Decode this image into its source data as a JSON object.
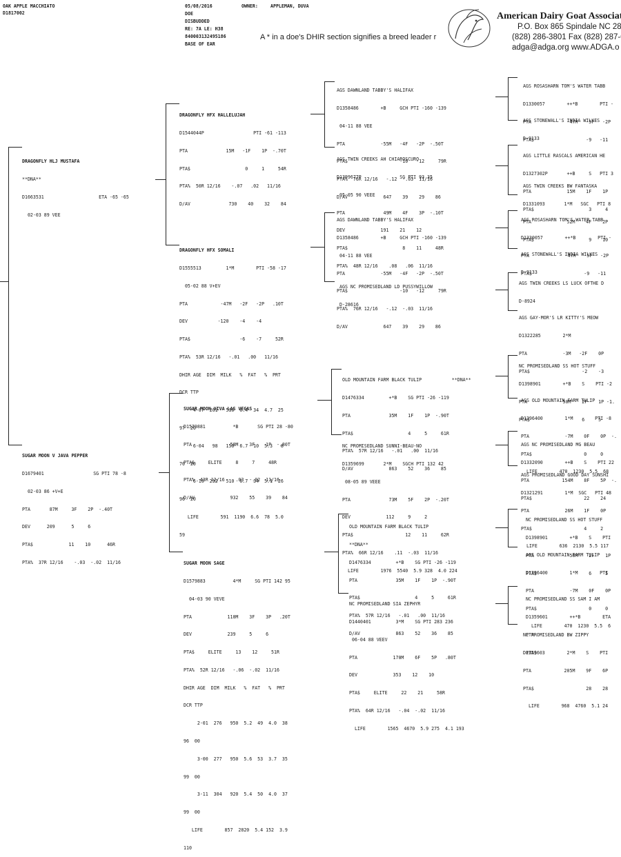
{
  "header": {
    "animal_name": "OAK APPLE MACCHIATO",
    "animal_id": "D1817002",
    "date": "05/08/2016",
    "owner_label": "OWNER:",
    "owner": "APPLEMAN, DUVA",
    "sex": "DOE",
    "disbudded": "DISBUDDED",
    "re_le": "RE: 7A LE: H38",
    "microchip": "840003132495186",
    "chip_loc": "BASE OF EAR",
    "note": "A * in a doe's  DHIR section  signifies a breed leader r"
  },
  "association": {
    "name": "American Dairy Goat Association",
    "line1": "P.O. Box 865    Spindale NC 281",
    "line2": "(828) 286-3801   Fax (828) 287-0",
    "line3": "adga@adga.org   www.ADGA.o"
  },
  "gen1": {
    "sire": {
      "name": "DRAGONFLY HLJ MUSTAFA",
      "lines": [
        "**DNA**",
        "D1663531                    ETA -65 -65",
        "  02-03 89 VEE"
      ]
    },
    "dam": {
      "name": "SUGAR MOON V JAVA PEPPER",
      "lines": [
        "D1679401                  SG PTI 78 -8",
        "  02-03 86 +V+E",
        "PTA       87M     3F    2P  -.40T",
        "DEV      209      5     6",
        "PTA$             11    10      46R",
        "PTA%  37R 12/16    -.03  -.02  11/16"
      ]
    }
  },
  "gen2": {
    "ss": {
      "name": "DRAGONFLY HFX HALLELUJAH",
      "lines": [
        "D1544044P                  PTI -61 -113",
        "PTA              15M   -1F    1P  -.70T",
        "PTA$                    0     1     54R",
        "PTA%  50R 12/16    -.07   .02   11/16",
        "D/AV              730    40    32    84"
      ]
    },
    "sd": {
      "name": "DRAGONFLY HFX SOMALI",
      "lines": [
        "D1555513         1*M        PTI -58 -17",
        "  05-02 88 V+EV",
        "PTA            -47M   -2F   -2P   .10T",
        "DEV           -120    -4    -4",
        "PTA$                  -6    -7     52R",
        "PTA%  53R 12/16   -.01   .00   11/16",
        "DHIR AGE  DIM  MILK   %  FAT   %  PRT",
        "DCR TTP",
        "     4-07  261   530  6.4  34  4.7  25",
        "97  20",
        "     6-04   98   150  6.7  10  5.3   8",
        "70  20",
        "     6-10  232   510  6.7  34  5.1  26",
        "96  20",
        "   LIFE        591  1190  6.6  78  5.0",
        "59"
      ]
    },
    "ds": {
      "name": "SUGAR MOON VIVA LAS VEGAS",
      "lines": [
        "D1579881          *B       SG PTI 28 -80",
        "PTA              58M    3F    1P  -.80T",
        "PTA$     ELITE     8     7     48R",
        "PTA%  43R 12/16    .03  -.02  11/16",
        "D/AV             932    55    39    84"
      ]
    },
    "dd": {
      "name": "SUGAR MOON SAGE",
      "lines": [
        "D1579883          4*M     SG PTI 142 95",
        "  04-03 90 VEVE",
        "PTA             110M    3F    3P   .20T",
        "DEV             239     5     6",
        "PTA$     ELITE     13    12     51R",
        "PTA%  52R 12/16   -.06  -.02  11/16",
        "DHIR AGE  DIM  MILK   %  FAT   %  PRT",
        "DCR TTP",
        "     2-01  276   950  5.2  49  4.0  38",
        "96  00",
        "     3-00  277   950  5.6  53  3.7  35",
        "99  00",
        "     3-11  304   920  5.4  50  4.0  37",
        "99  00",
        "   LIFE        857  2820  5.4 152  3.9",
        "110"
      ]
    }
  },
  "gen3": [
    {
      "name": "AGS DAWNLAND TABBY'S HALIFAX",
      "lines": [
        "D1358486        +B     GCH PTI -160 -139",
        " 04-11 88 VEE",
        "PTA             -55M   -4F   -2P  -.50T",
        "PTA$                   -10   -12     79R",
        "PTA%  76R 12/16   -.12  -.03  11/16",
        "D/AV             647    39    29    86"
      ]
    },
    {
      "name": "AGS TWIN CREEKS AH CHIAROSCURO",
      "lines": [
        "D1399677P              SG PTI 93 35",
        " 05-05 90 VEEE",
        "PTA              49M    4F    3P  -.10T",
        "DEV             191    21    12",
        "PTA$                    8    11     48R",
        "PTA%  48R 12/16    .08   .06  11/16"
      ]
    },
    {
      "name": "AGS DAWNLAND TABBY'S HALIFAX",
      "lines": [
        "D1358486        +B     GCH PTI -160 -139",
        " 04-11 88 VEE",
        "PTA             -55M   -4F   -2P  -.50T",
        "PTA$                   -10   -12     79R",
        "PTA%  76R 12/16   -.12  -.03  11/16",
        "D/AV             647    39    29    86"
      ]
    },
    {
      "name": "AGS NC PROMISEDLAND LD PUSSYWILLOW",
      "lines": [
        "D-28616"
      ]
    },
    {
      "name": "OLD MOUNTAIN FARM BLACK TULIP           **DNA**",
      "lines": [
        "D1476334         +*B    SG PTI -26 -119",
        "PTA              35M    1F    1P  -.90T",
        "PTA$                    4     5     61R",
        "PTA%  57R 12/16   -.01   .00  11/16",
        "D/AV             863    52    36    85"
      ]
    },
    {
      "name": "NC PROMISEDLAND SUNNI-BEAU-NO",
      "lines": [
        "D1359699       2*M    SGCH PTI 132 42",
        " 08-05 89 VEEE",
        "PTA              73M    5F    2P  -.20T",
        "DEV             112     9     2",
        "PTA$                   12    11     62R",
        "PTA%  66R 12/16    .11  -.03  11/16",
        "  LIFE        1976  5540  5.9 328  4.0 224"
      ]
    },
    {
      "name": "OLD MOUNTAIN FARM BLACK TULIP",
      "lines": [
        "**DNA**",
        "D1476334         +*B    SG PTI -26 -119",
        "PTA              35M    1F    1P  -.90T",
        "PTA$                    4     5     61R",
        "PTA%  57R 12/16   -.01   .00  11/16",
        "D/AV             863    52    36    85"
      ]
    },
    {
      "name": "NC PROMISEDLAND SIA ZEPHYR",
      "lines": [
        "D1440401         3*M    SG PTI 283 236",
        " 06-04 88 VEEV",
        "PTA             170M    6F    5P   .80T",
        "DEV             353    12    10",
        "PTA$     ELITE     22    21     58R",
        "PTA%  64R 12/16   -.04  -.02  11/16",
        "  LIFE        1565  4670  5.9 275  4.1 193"
      ]
    }
  ],
  "gen4": [
    {
      "name": "AGS ROSASHARN TOM'S WATER TABB",
      "lines": [
        "D1330057        ++*B        PTI -",
        "PTA             -47M   -5F   -2P",
        "PTA$                   -9   -11"
      ]
    },
    {
      "name": "AGS STONEWALL'S INDIA WILKES",
      "lines": [
        "D-9133"
      ]
    },
    {
      "name": "AGS LITTLE RASCALS AMERICAN HE",
      "lines": [
        "D1327302P       ++B     S   PTI 3",
        "PTA             15M    1F    1P",
        "PTA$                    3     4"
      ]
    },
    {
      "name": "AGS TWIN CREEKS BW FANTASKA",
      "lines": [
        "D1331093       1*M   SGC   PTI 8",
        "PTA             52M    4F    2P",
        "PTA$                    9    10"
      ]
    },
    {
      "name": "AGS ROSASHARN TOM'S WATER TABB",
      "lines": [
        "D1330057        ++*B        PTI -",
        "PTA             -47M   -5F   -2P",
        "PTA$                   -9   -11"
      ]
    },
    {
      "name": "AGS STONEWALL'S INDIA WILKES",
      "lines": [
        "D-9133"
      ]
    },
    {
      "name": "AGS TWIN CREEKS LS LUCK OFTHE D",
      "lines": [
        "D-8924"
      ]
    },
    {
      "name": "AGS GAY-MOR'S LR KITTY'S MEOW",
      "lines": [
        "D1322285        2*M",
        "PTA             -3M   -2F    0P",
        "PTA$                   -2    -3"
      ]
    },
    {
      "name": "NC PROMISEDLAND SS HOT STUFF",
      "lines": [
        "D1398901        +*B    S    PTI -2",
        "PTA             50M    2F    1P -1.",
        "PTA$                   6     5"
      ]
    },
    {
      "name": "AGS OLD MOUNTAIN FARM TULIP",
      "lines": [
        "D1396400        1*M        PTI -8",
        "PTA             -7M    0F    0P  -.",
        "PTA$                   0     0",
        "  LIFE        470  1230  5.5  68"
      ]
    },
    {
      "name": "AGS NC PROMISEDLAND MG BEAU",
      "lines": [
        "D1332090        ++B    S    PTI 22",
        "PTA            154M    8F    5P  -.",
        "PTA$                   22    24"
      ]
    },
    {
      "name": "AGS PROMISEDLAND GOOD DAY SUNSHI",
      "lines": [
        "D1321291        1*M  SGC   PTI 48",
        "PTA             26M    1F    0P",
        "PTA$                   4     2",
        "  LIFE        636  2130  5.5 117"
      ]
    },
    {
      "name": "NC PROMISEDLAND SS HOT STUFF",
      "lines": [
        "D1398901        +*B    S    PTI",
        "PTA             50M    2F    1P",
        "PTA$                   6     5"
      ]
    },
    {
      "name": "AGS OLD MOUNTAIN FARM TULIP",
      "lines": [
        "D1396400        1*M        PTI",
        "PTA             -7M    0F    0P",
        "PTA$                   0     0",
        "  LIFE        470  1230  5.5  6"
      ]
    },
    {
      "name": "NC PROMISEDLAND SS SAM I AM",
      "lines": [
        "D1359601        ++*B        ETA",
        "PTA",
        "PTA$"
      ]
    },
    {
      "name": "NC PROMISEDLAND BW ZIPPY",
      "lines": [
        "D1359603        2*M    S    PTI",
        "PTA            205M    9F    6P",
        "PTA$                   28    28",
        "  LIFE        968  4760  5.1 24"
      ]
    }
  ]
}
